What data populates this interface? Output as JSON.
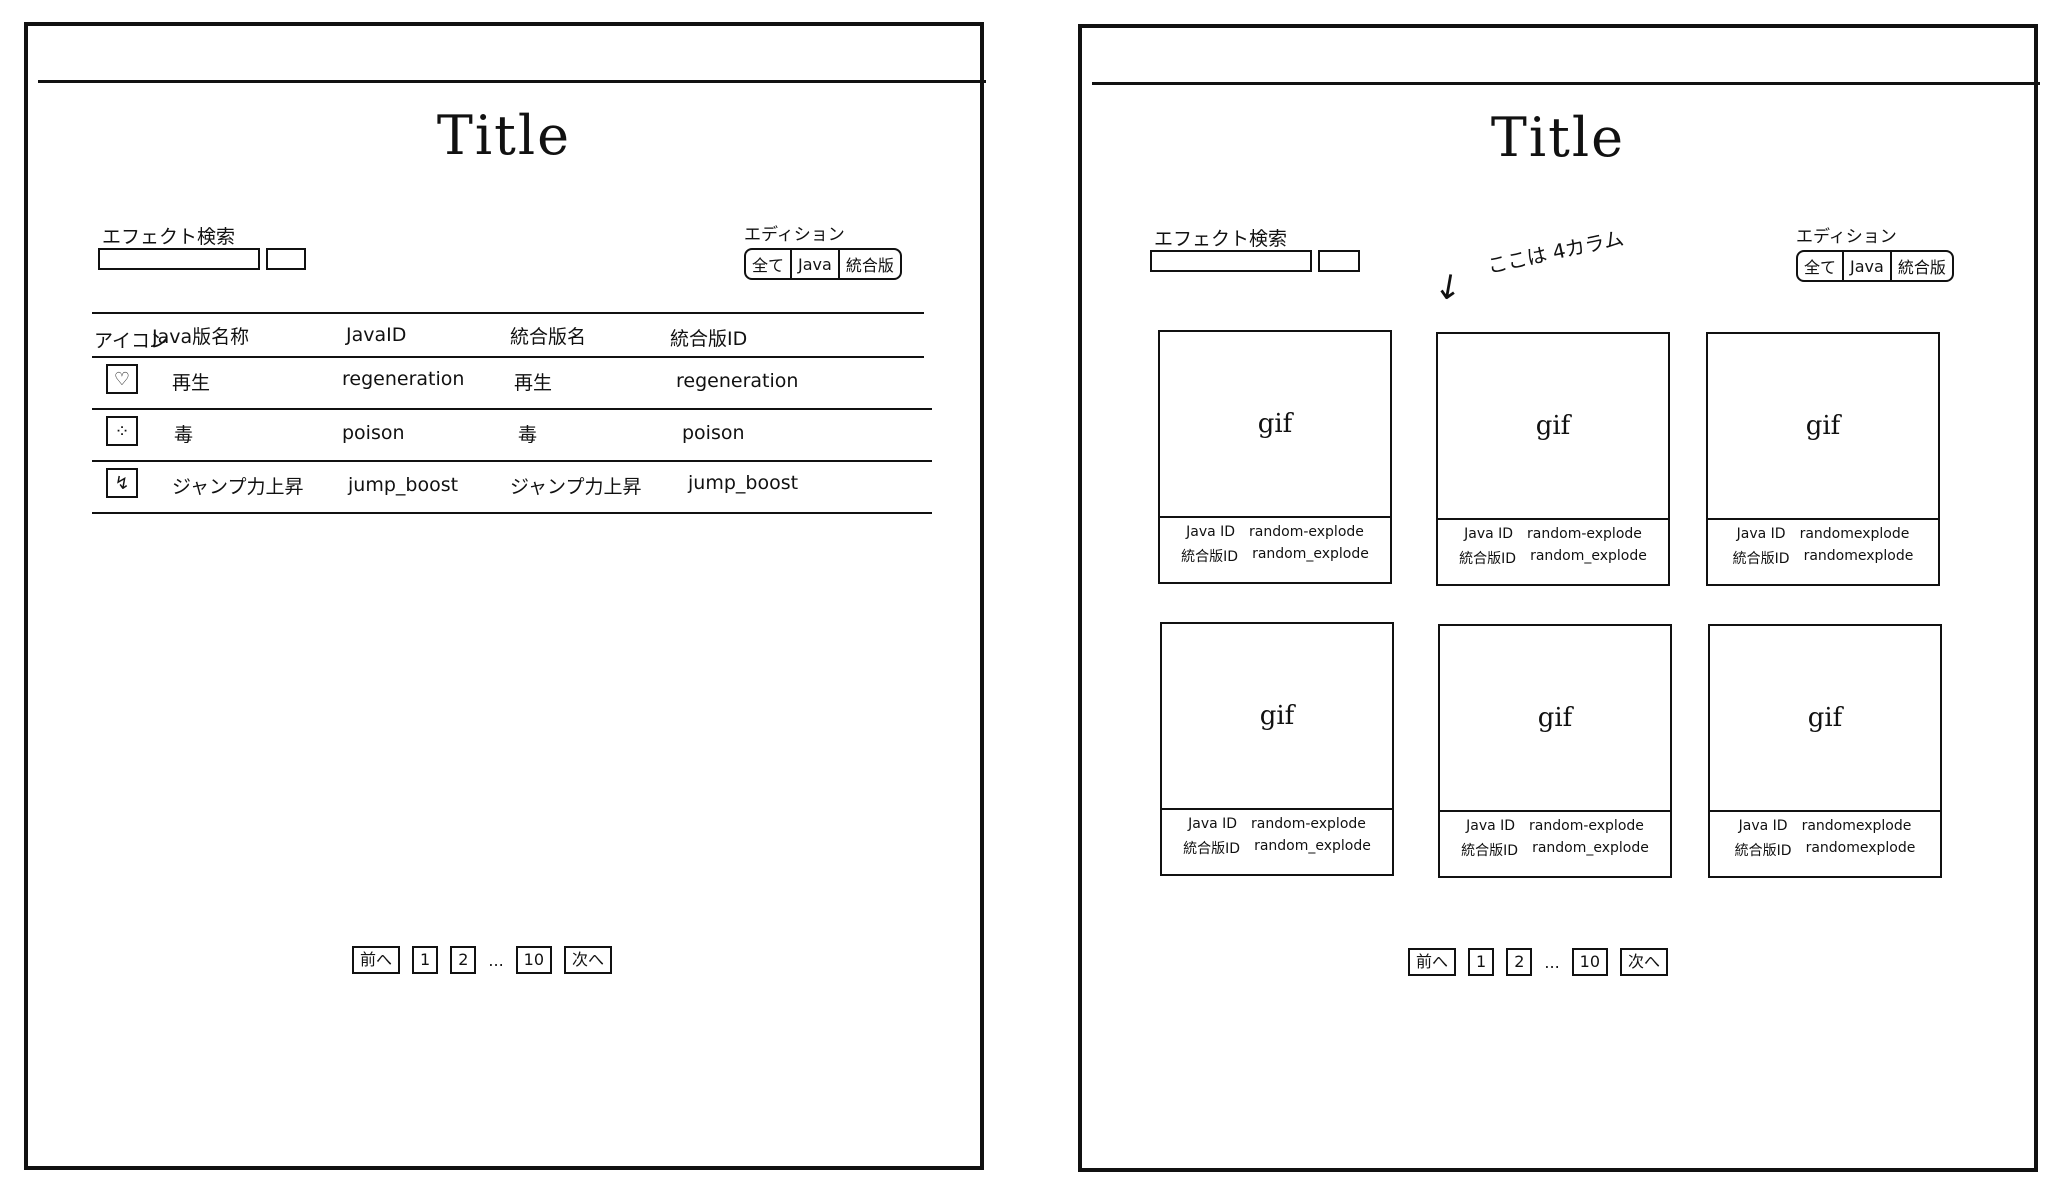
{
  "left": {
    "title": "Title",
    "search": {
      "label": "エフェクト検索"
    },
    "edition": {
      "label": "エディション",
      "options": [
        "全て",
        "Java",
        "統合版"
      ]
    },
    "table": {
      "headers": [
        "アイコン",
        "Java版名称",
        "JavaID",
        "統合版名",
        "統合版ID"
      ],
      "rows": [
        {
          "icon": "heart-icon",
          "java_name": "再生",
          "java_id": "regeneration",
          "bedrock_name": "再生",
          "bedrock_id": "regeneration"
        },
        {
          "icon": "poison-icon",
          "java_name": "毒",
          "java_id": "poison",
          "bedrock_name": "毒",
          "bedrock_id": "poison"
        },
        {
          "icon": "jump-icon",
          "java_name": "ジャンプ力上昇",
          "java_id": "jump_boost",
          "bedrock_name": "ジャンプ力上昇",
          "bedrock_id": "jump_boost"
        }
      ]
    },
    "pagination": {
      "prev": "前へ",
      "pages": [
        "1",
        "2"
      ],
      "ellipsis": "...",
      "last": "10",
      "next": "次へ"
    }
  },
  "right": {
    "title": "Title",
    "search": {
      "label": "エフェクト検索"
    },
    "edition": {
      "label": "エディション",
      "options": [
        "全て",
        "Java",
        "統合版"
      ]
    },
    "annotation": "ここは 4カラム",
    "cards": [
      {
        "media": "gif",
        "java_label": "Java ID",
        "java_value": "random-explode",
        "bedrock_label": "統合版ID",
        "bedrock_value": "random_explode"
      },
      {
        "media": "gif",
        "java_label": "Java ID",
        "java_value": "random-explode",
        "bedrock_label": "統合版ID",
        "bedrock_value": "random_explode"
      },
      {
        "media": "gif",
        "java_label": "Java ID",
        "java_value": "randomexplode",
        "bedrock_label": "統合版ID",
        "bedrock_value": "randomexplode"
      },
      {
        "media": "gif",
        "java_label": "Java ID",
        "java_value": "random-explode",
        "bedrock_label": "統合版ID",
        "bedrock_value": "random_explode"
      },
      {
        "media": "gif",
        "java_label": "Java ID",
        "java_value": "random-explode",
        "bedrock_label": "統合版ID",
        "bedrock_value": "random_explode"
      },
      {
        "media": "gif",
        "java_label": "Java ID",
        "java_value": "randomexplode",
        "bedrock_label": "統合版ID",
        "bedrock_value": "randomexplode"
      }
    ],
    "pagination": {
      "prev": "前へ",
      "pages": [
        "1",
        "2"
      ],
      "ellipsis": "...",
      "last": "10",
      "next": "次へ"
    }
  }
}
